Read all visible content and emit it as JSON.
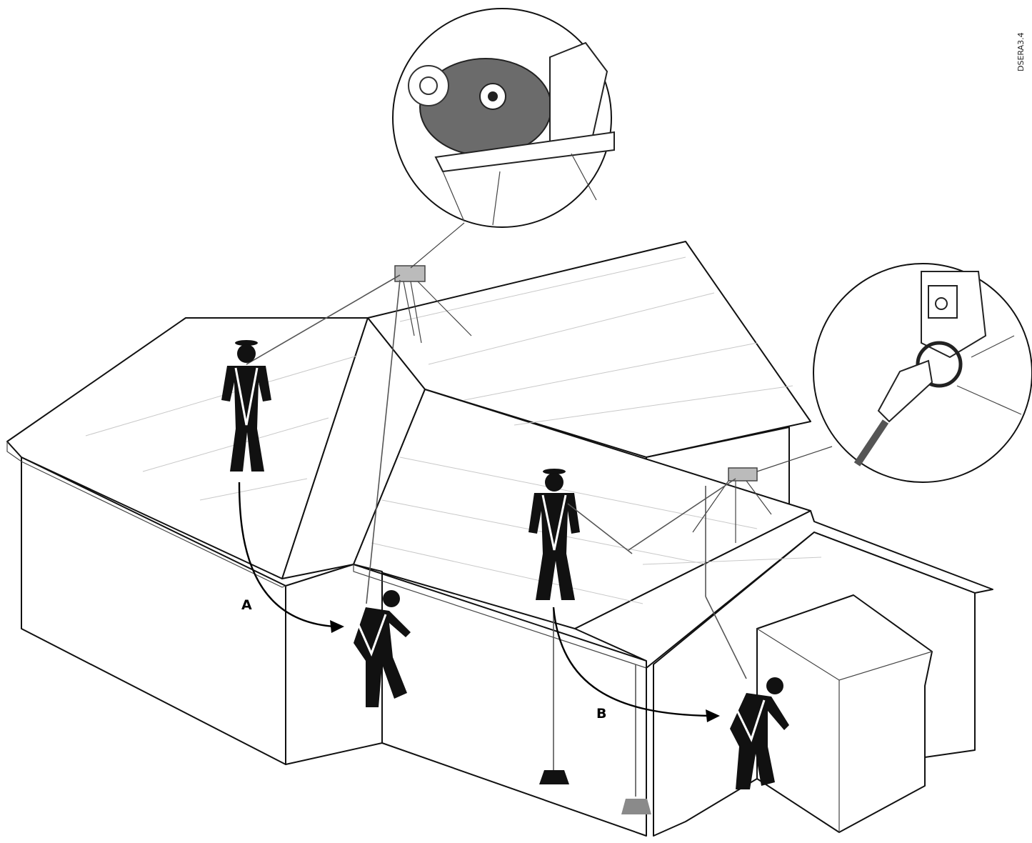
{
  "figure": {
    "doc_id": "DSERA3.4",
    "labels": {
      "a": "A",
      "b": "B"
    }
  },
  "colors": {
    "line": "#111111",
    "worker": "#111111",
    "srl_housing": "#6b6b6b",
    "counterweight_dark": "#111111",
    "counterweight_light": "#8a8a8a",
    "background": "#ffffff"
  },
  "icons": {
    "srl_detail": "srl-reel-detail-icon",
    "anchor_detail": "anchor-ring-detail-icon"
  }
}
